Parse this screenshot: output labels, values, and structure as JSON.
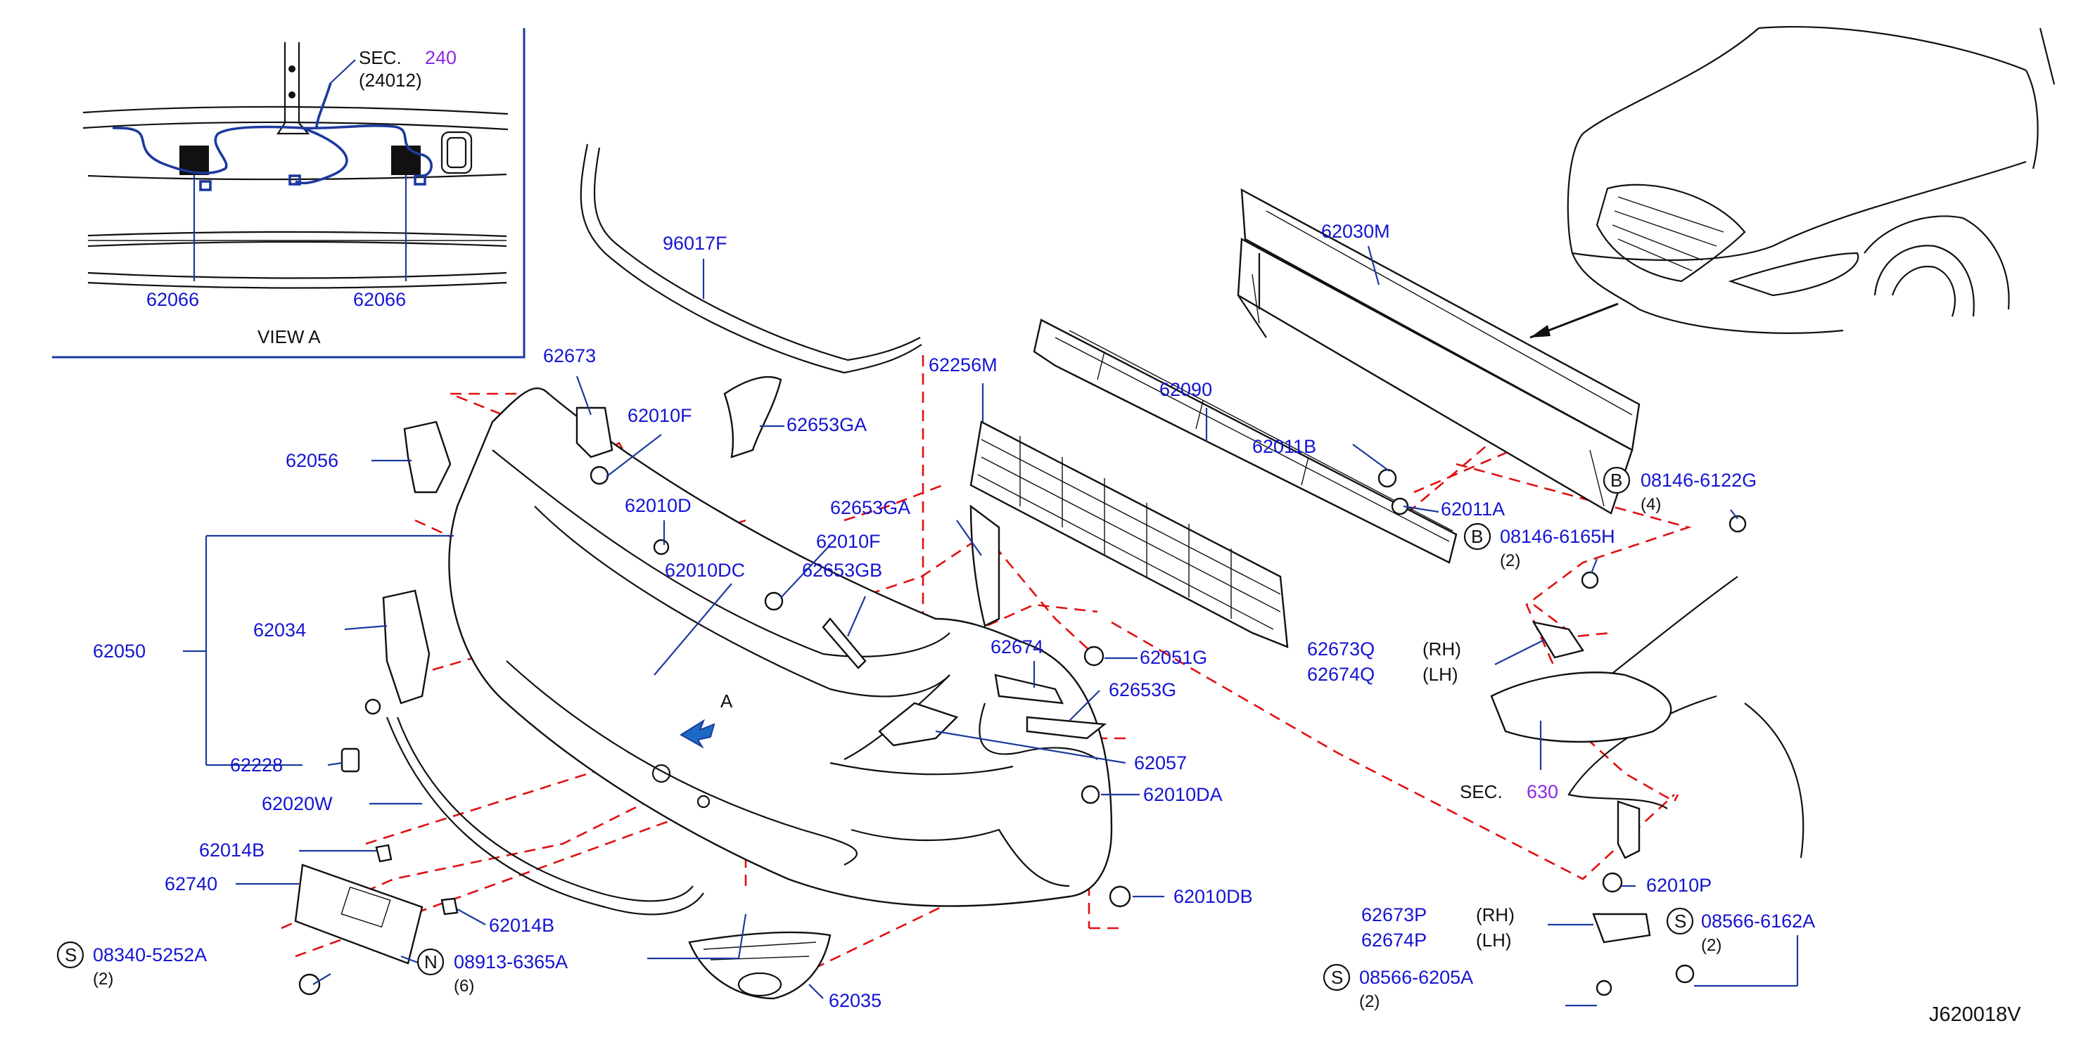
{
  "view_a": {
    "sec_prefix": "SEC.",
    "sec_number": "240",
    "sec_sub": "(24012)",
    "label_left": "62066",
    "label_right": "62066",
    "caption": "VIEW   A"
  },
  "callouts": {
    "p96017F": "96017F",
    "p62673": "62673",
    "p62010F_a": "62010F",
    "p62653GA_a": "62653GA",
    "p62256M": "62256M",
    "p62090": "62090",
    "p62030M": "62030M",
    "p62056": "62056",
    "p62010D": "62010D",
    "p62653GA_b": "62653GA",
    "p62010F_b": "62010F",
    "p62010DC": "62010DC",
    "p62653GB": "62653GB",
    "p62011B": "62011B",
    "p62011A": "62011A",
    "p62034": "62034",
    "p62050": "62050",
    "p62674": "62674",
    "p62051G": "62051G",
    "p62653G": "62653G",
    "p62057": "62057",
    "p62228": "62228",
    "p62020W": "62020W",
    "p62010DA": "62010DA",
    "p62014B_a": "62014B",
    "p62740": "62740",
    "p62014B_b": "62014B",
    "p62010DB": "62010DB",
    "p62035": "62035",
    "p62673Q": "62673Q",
    "p62674Q": "62674Q",
    "rh_q": "(RH)",
    "lh_q": "(LH)",
    "p62673P": "62673P",
    "p62674P": "62674P",
    "rh_p": "(RH)",
    "lh_p": "(LH)",
    "p62010P": "62010P",
    "arrow_a": "A",
    "sec630_prefix": "SEC.",
    "sec630_number": "630"
  },
  "fasteners": {
    "b1_symbol": "B",
    "b1_part": "08146-6122G",
    "b1_qty": "(4)",
    "b2_symbol": "B",
    "b2_part": "08146-6165H",
    "b2_qty": "(2)",
    "s1_symbol": "S",
    "s1_part": "08340-5252A",
    "s1_qty": "(2)",
    "n1_symbol": "N",
    "n1_part": "08913-6365A",
    "n1_qty": "(6)",
    "s2_symbol": "S",
    "s2_part": "08566-6162A",
    "s2_qty": "(2)",
    "s3_symbol": "S",
    "s3_part": "08566-6205A",
    "s3_qty": "(2)"
  },
  "diagram_id": "J620018V",
  "colors": {
    "part_number": "#1414d2",
    "section_ref": "#8a2be2",
    "leader_line": "#1c3a9e",
    "dashed_guide": "#e01010",
    "linework": "#111111"
  }
}
